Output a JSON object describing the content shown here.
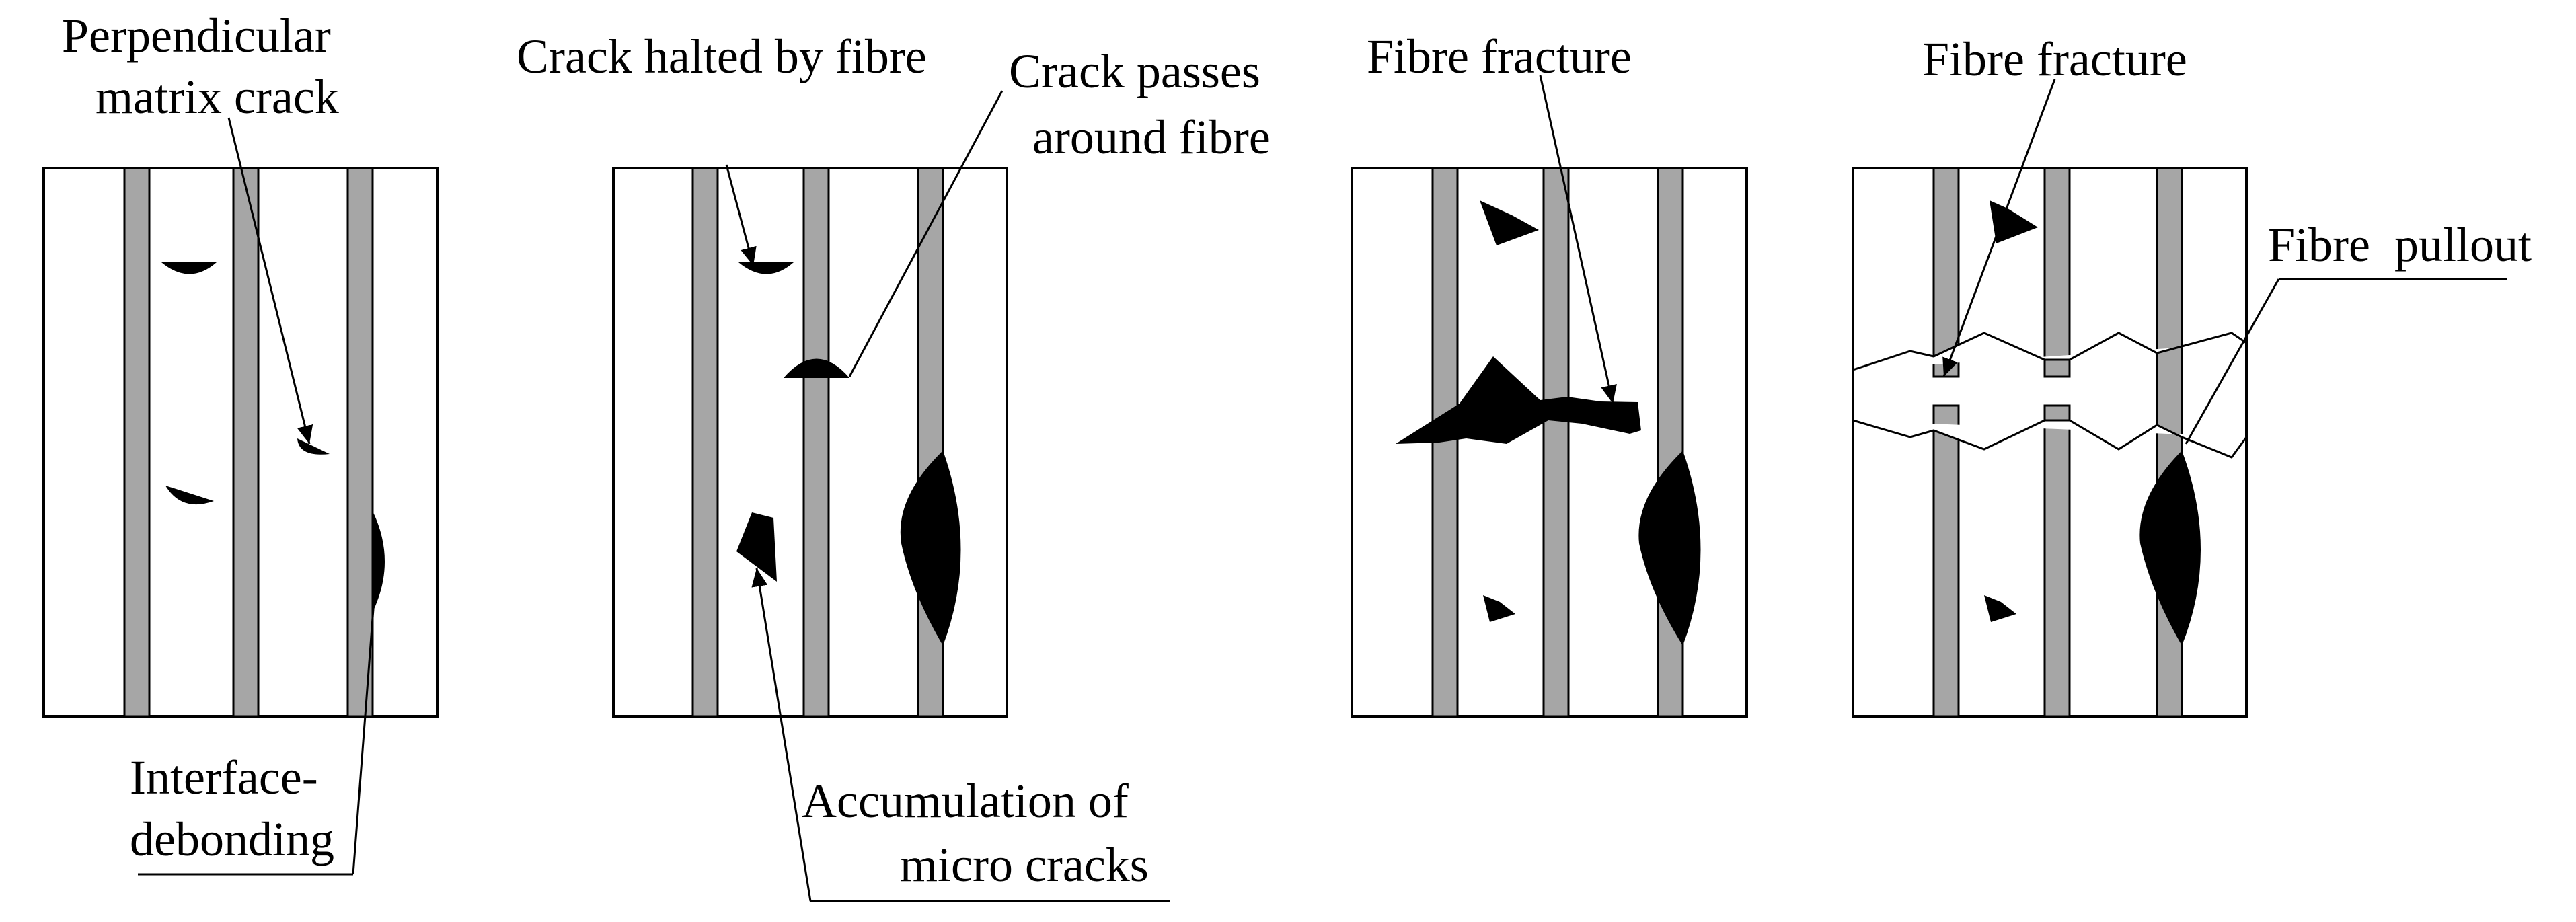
{
  "labels": {
    "perpendicular_1": "Perpendicular",
    "perpendicular_2": "matrix crack",
    "interface_1": "Interface-",
    "interface_2": "debonding",
    "crack_halted": "Crack halted by fibre",
    "crack_passes_1": "Crack passes",
    "crack_passes_2": "around fibre",
    "accumulation_1": "Accumulation of",
    "accumulation_2": "micro cracks",
    "fibre_fracture_a": "Fibre fracture",
    "fibre_fracture_b": "Fibre fracture",
    "fibre_pullout": "Fibre  pullout"
  },
  "colors": {
    "fibre_fill": "#a6a6a6",
    "crack_fill": "#000000",
    "outline": "#000000",
    "background": "#ffffff"
  }
}
